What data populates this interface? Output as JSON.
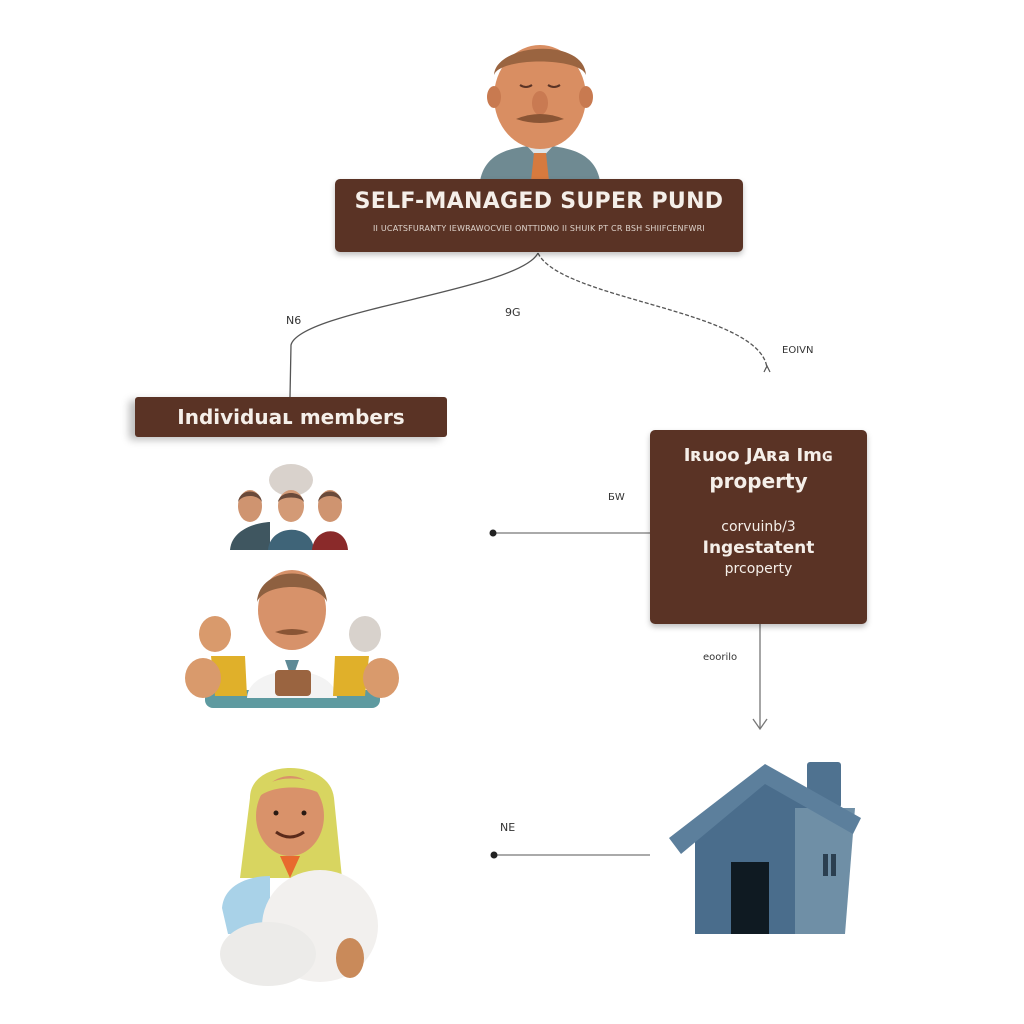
{
  "diagram": {
    "root": {
      "title": "SELF-MANAGED SUPER PUND",
      "subtitle": "II UCATSFURANTY IEWRAWOCVIEI ONTTIDNO II SHUIK PT CR BSH SHIIFCENFWRI"
    },
    "members_node": {
      "title": "Individuaʟ members"
    },
    "property_node": {
      "title_line1": "Iʀuoo JAʀa Imɢ",
      "title_line2": "property",
      "sub_line1": "corvuinb/3",
      "sub_line2": "Ingestatent",
      "sub_line3": "prcoperty"
    },
    "edge_labels": {
      "left_branch": "N6",
      "center": "9G",
      "right_branch": "EOIVN",
      "members_to_property": "БW",
      "property_down": "eoorilo",
      "bottom_link": "NE"
    },
    "figures": {
      "trustee": "clay-man-in-suit",
      "member_group": "three-clay-members",
      "member_with_coins": "clay-man-with-coins",
      "member_woman": "clay-woman-with-piggybank",
      "house": "blue-clay-house"
    },
    "colors": {
      "node_fill": "#5a3325",
      "node_text": "#f5efe9",
      "line": "#555555",
      "house": "#4f7290"
    }
  }
}
